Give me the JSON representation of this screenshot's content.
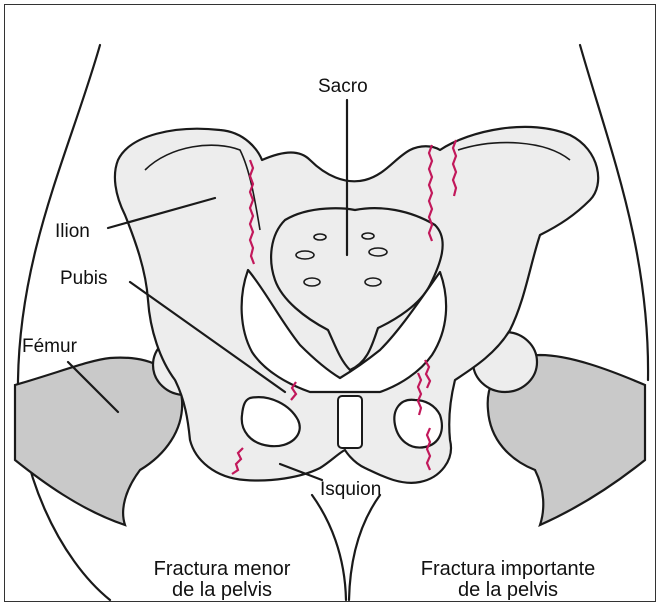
{
  "labels": {
    "sacro": "Sacro",
    "ilion": "Ilion",
    "pubis": "Pubis",
    "femur": "Fémur",
    "isquion": "Isquion"
  },
  "captions": {
    "left_line1": "Fractura menor",
    "left_line2": "de la pelvis",
    "right_line1": "Fractura importante",
    "right_line2": "de la pelvis"
  },
  "colors": {
    "fracture": "#c2185b",
    "bone_fill": "#ededed",
    "femur_fill": "#c9c9c9",
    "outline": "#1a1a1a"
  }
}
